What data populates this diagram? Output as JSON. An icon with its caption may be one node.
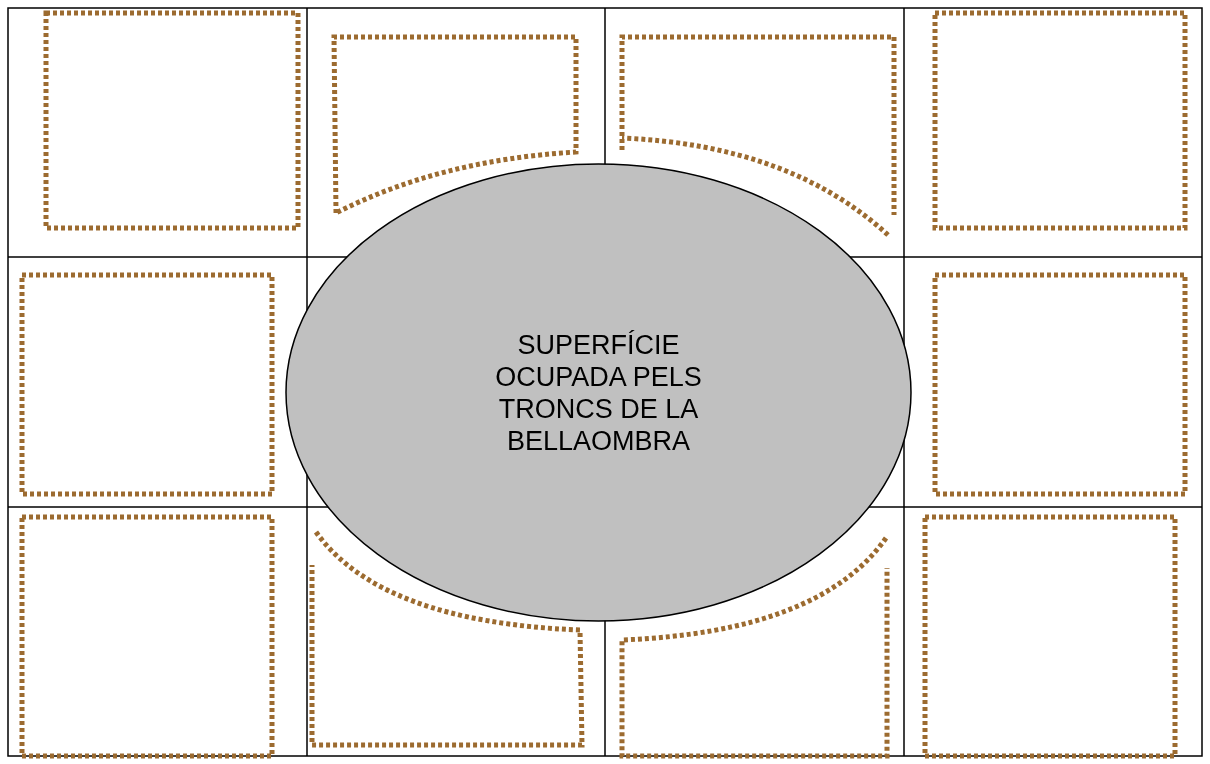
{
  "diagram": {
    "nodes": [
      {
        "text": [],
        "shape": "box"
      },
      {
        "text": [],
        "shape": "box"
      },
      {
        "text": [],
        "shape": "box"
      },
      {
        "text": [],
        "shape": "box"
      },
      {
        "text": [],
        "shape": "box"
      },
      {
        "text": [
          "SUPERFÍCIE OCUPADA PELS TRONCS DE LA BELLAOMBRA"
        ]
      },
      {
        "text": [],
        "shape": "box"
      },
      {
        "text": [],
        "shape": "box"
      },
      {
        "text": [],
        "shape": "box"
      },
      {
        "text": [],
        "shape": "box"
      },
      {
        "text": [],
        "shape": "box"
      }
    ]
  }
}
